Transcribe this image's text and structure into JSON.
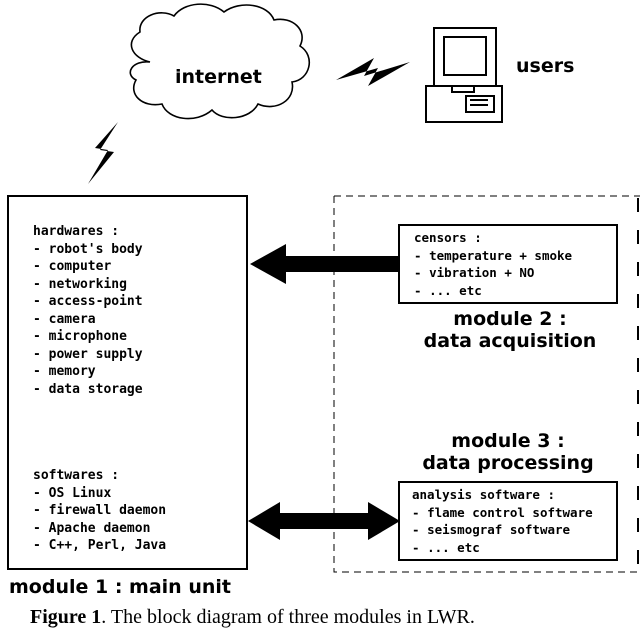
{
  "internet_label": "internet",
  "users_label": "users",
  "module1": {
    "hardware_heading": "hardwares :",
    "hardware_items": [
      "robot's body",
      "computer",
      "networking",
      "access-point",
      "camera",
      "microphone",
      "power supply",
      "memory",
      "data storage"
    ],
    "software_heading": "softwares :",
    "software_items": [
      "OS Linux",
      "firewall daemon",
      "Apache daemon",
      "C++, Perl, Java"
    ],
    "title": "module 1 : main unit"
  },
  "module2": {
    "heading": "censors :",
    "items": [
      "temperature + smoke",
      "vibration + NO",
      "... etc"
    ],
    "title_line1": "module 2 :",
    "title_line2": "data acquisition"
  },
  "module3": {
    "title_line1": "module 3 :",
    "title_line2": "data processing",
    "heading": "analysis software :",
    "items": [
      "flame control software",
      "seismograf software",
      "... etc"
    ]
  },
  "caption": {
    "label": "Figure 1",
    "text": ". The block diagram of three modules in LWR."
  },
  "colors": {
    "line": "#000000",
    "background": "#ffffff"
  }
}
